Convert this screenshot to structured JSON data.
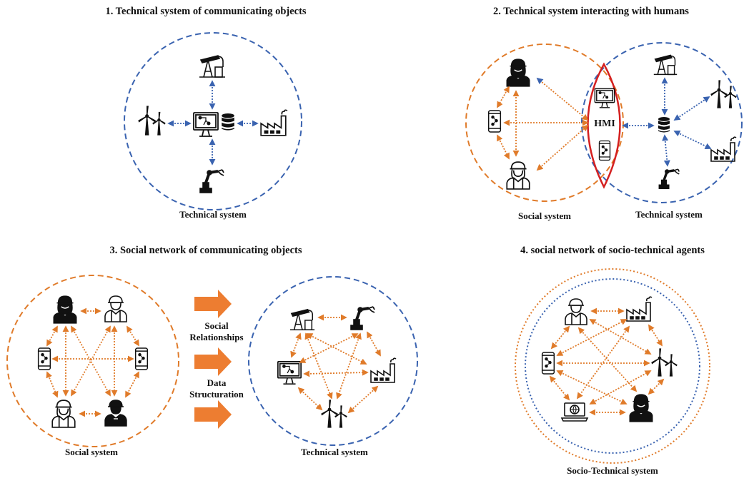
{
  "panels": {
    "p1": {
      "title": "1. Technical system of communicating objects",
      "caption": "Technical system"
    },
    "p2": {
      "title": "2. Technical system interacting with humans",
      "caption_social": "Social system",
      "caption_technical": "Technical system",
      "hmi_label": "HMI"
    },
    "p3": {
      "title": "3. Social network of communicating objects",
      "caption_social": "Social system",
      "caption_technical": "Technical system",
      "arrow_label_1": [
        "Social",
        "Relationships"
      ],
      "arrow_label_2": [
        "Data",
        "Structuration"
      ]
    },
    "p4": {
      "title": "4. social network of socio-technical agents",
      "caption": "Socio-Technical system"
    }
  },
  "colors": {
    "technical_blue": "#3a63b0",
    "social_orange": "#e07b2a",
    "hmi_red": "#d42020",
    "arrow_orange": "#ed7d31",
    "icon": "#111111"
  },
  "icons": [
    "oil-pump-icon",
    "wind-turbine-icon",
    "computer-icon",
    "database-icon",
    "factory-icon",
    "robot-arm-icon",
    "worker-male-icon",
    "worker-female-icon",
    "smartphone-icon",
    "laptop-icon"
  ]
}
